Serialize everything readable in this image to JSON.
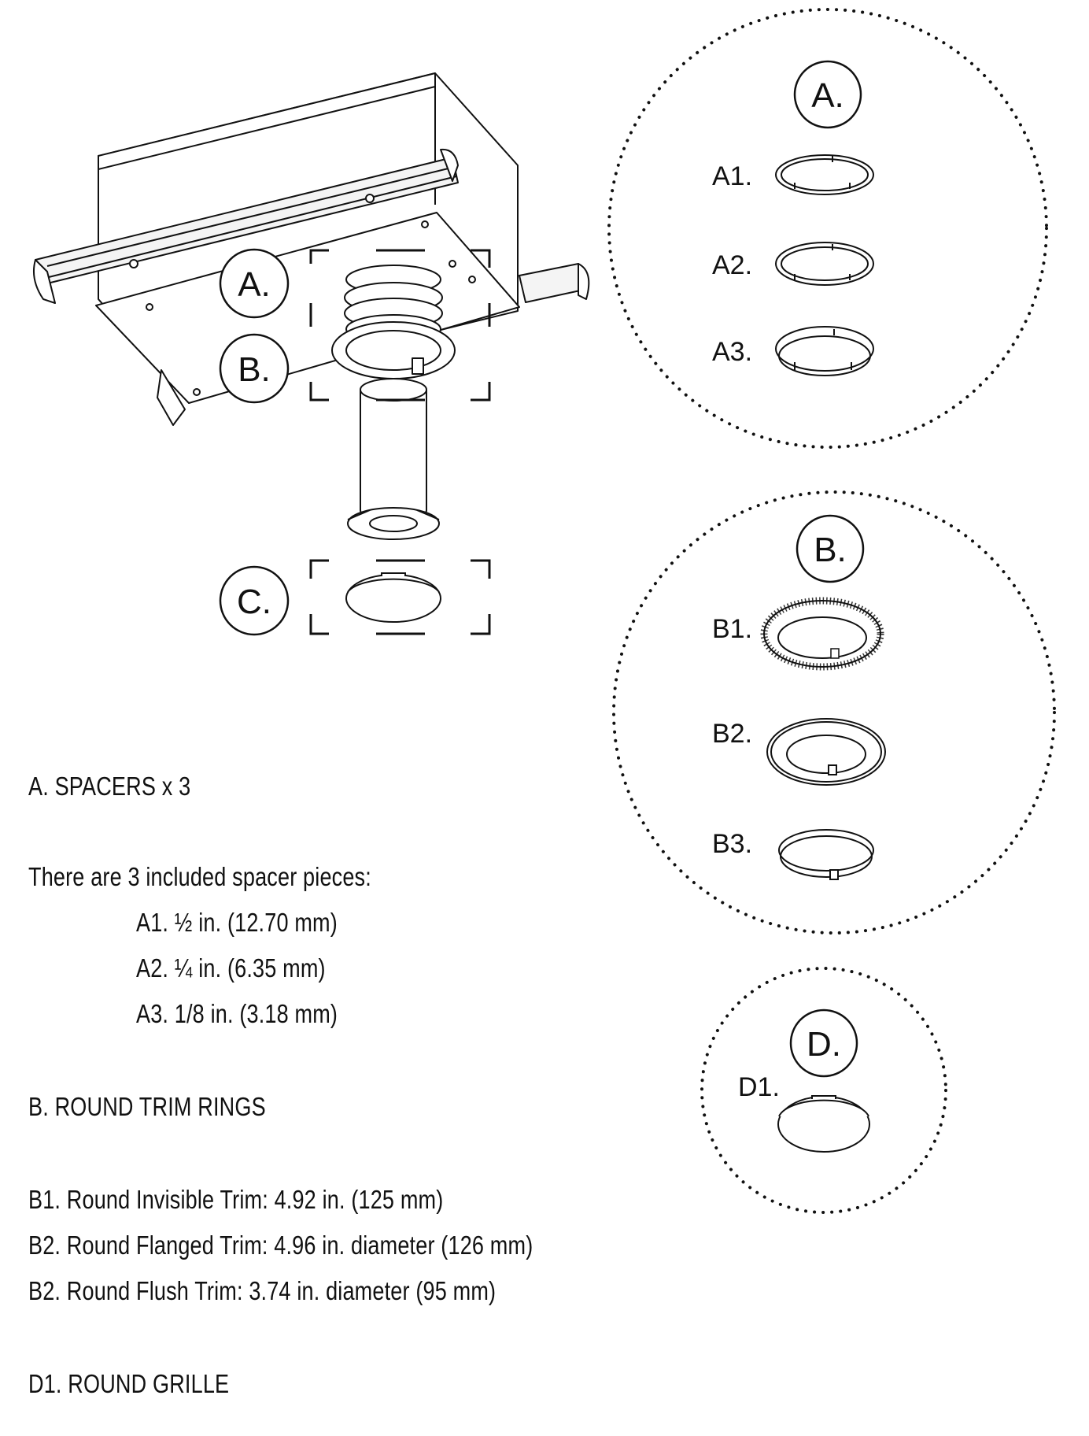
{
  "callouts": {
    "main_a": "A.",
    "main_b": "B.",
    "main_c": "C.",
    "group_a": "A.",
    "group_b": "B.",
    "group_d": "D."
  },
  "group_items": {
    "a1": "A1.",
    "a2": "A2.",
    "a3": "A3.",
    "b1": "B1.",
    "b2": "B2.",
    "b3": "B3.",
    "d1": "D1."
  },
  "text": {
    "spacers_heading": "A. SPACERS x 3",
    "spacers_intro": "There are 3 included spacer pieces:",
    "spacer_a1": "A1. ½ in. (12.70 mm)",
    "spacer_a2": "A2. ¼ in. (6.35 mm)",
    "spacer_a3": "A3. 1/8  in. (3.18 mm)",
    "trim_heading": "B. ROUND TRIM RINGS",
    "trim_b1": "B1. Round Invisible Trim: 4.92 in. (125 mm)",
    "trim_b2": "B2. Round Flanged Trim: 4.96 in. diameter (126 mm)",
    "trim_b3": "B2. Round Flush Trim: 3.74 in. diameter (95 mm)",
    "grille_heading": "D1. ROUND GRILLE"
  }
}
